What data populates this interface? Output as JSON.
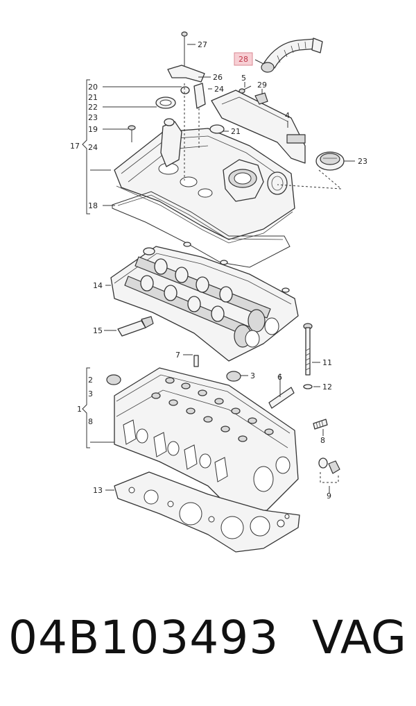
{
  "diagram": {
    "labels": {
      "l1": "1",
      "l2": "2",
      "l3a": "3",
      "l3b": "3",
      "l4": "4",
      "l5": "5",
      "l6": "6",
      "l7": "7",
      "l8a": "8",
      "l8b": "8",
      "l9": "9",
      "l11": "11",
      "l12": "12",
      "l13": "13",
      "l14": "14",
      "l15": "15",
      "l17": "17",
      "l18": "18",
      "l19": "19",
      "l20": "20",
      "l21a": "21",
      "l21b": "21",
      "l22": "22",
      "l23a": "23",
      "l23b": "23",
      "l24a": "24",
      "l24b": "24",
      "l26": "26",
      "l27": "27",
      "l28": "28",
      "l29": "29"
    },
    "highlight_color": "#f7cfd4"
  },
  "footer": {
    "part_number": "04B103493",
    "brand": "VAG"
  }
}
